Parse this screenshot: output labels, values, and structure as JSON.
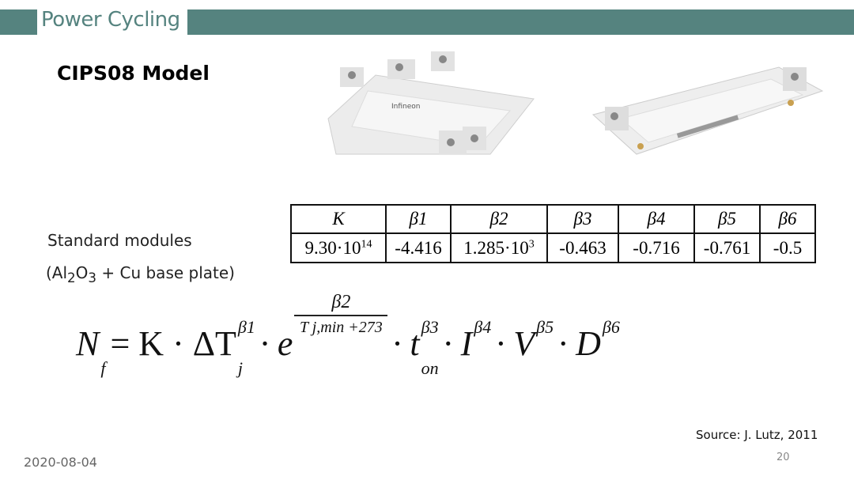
{
  "header": {
    "title": "Power Cycling",
    "accent": "#55837f"
  },
  "subtitle": "CIPS08 Model",
  "module_brand": "Infineon",
  "left_text": {
    "line1": "Standard modules",
    "line2_prefix": "(Al",
    "sub2": "2",
    "line2_mid": "O",
    "sub3": "3",
    "line2_suffix": " + Cu base plate)"
  },
  "table": {
    "headers": [
      "K",
      "β1",
      "β2",
      "β3",
      "β4",
      "β5",
      "β6"
    ],
    "values": [
      {
        "base": "9.30·10",
        "exp": "14"
      },
      {
        "base": "-4.416"
      },
      {
        "base": "1.285·10",
        "exp": "3"
      },
      {
        "base": "-0.463"
      },
      {
        "base": "-0.716"
      },
      {
        "base": "-0.761"
      },
      {
        "base": "-0.5"
      }
    ]
  },
  "equation": {
    "lhs": "N",
    "lhs_sub": "f",
    "eq": "= K · ΔT",
    "dt_sub": "j",
    "dt_sup": "β1",
    "e": "· e",
    "frac_num": "β2",
    "frac_den": "T j,min +273",
    "t": "· t",
    "t_sub": "on",
    "t_sup": "β3",
    "i": "· I",
    "i_sup": "β4",
    "v": "· V",
    "v_sup": "β5",
    "d": "· D",
    "d_sup": "β6"
  },
  "footer": {
    "source": "Source: J. Lutz, 2011",
    "date": "2020-08-04",
    "page": "20"
  }
}
